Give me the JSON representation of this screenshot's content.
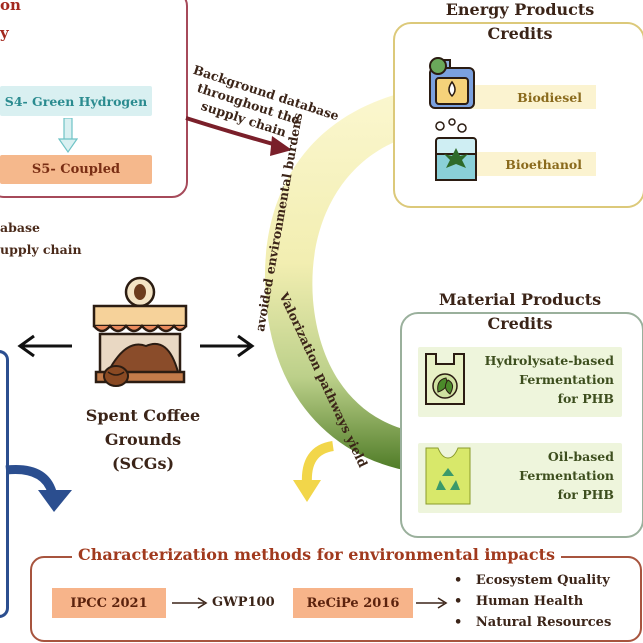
{
  "scenario_panel": {
    "title_line1": "on",
    "title_line2": "y",
    "s4_label": "S4- Green Hydrogen",
    "s5_label": "S5- Coupled",
    "side_line1": "abase",
    "side_line2": "upply chain"
  },
  "background_note": {
    "line1": "Background database",
    "line2": "throughout the",
    "line3": "supply chain"
  },
  "arc_labels": {
    "upper": "avoided environmental burdens",
    "lower": "Valorization pathways yield"
  },
  "scg": {
    "line1": "Spent Coffee",
    "line2": "Grounds (SCGs)"
  },
  "energy": {
    "title_line1": "Energy Products",
    "title_line2": "Credits",
    "items": [
      "Biodiesel",
      "Bioethanol"
    ]
  },
  "material": {
    "title_line1": "Material Products",
    "title_line2": "Credits",
    "item1": [
      "Hydrolysate-based",
      "Fermentation",
      "for PHB"
    ],
    "item2": [
      "Oil-based",
      "Fermentation",
      "for PHB"
    ]
  },
  "characterization": {
    "title": "Characterization methods for environmental impacts",
    "method1": "IPCC 2021",
    "result1": "GWP100",
    "method2": "ReCiPe 2016",
    "areas": [
      "Ecosystem Quality",
      "Human Health",
      "Natural Resources"
    ],
    "bullet": "•"
  },
  "colors": {
    "scenario_border": "#a64a5a",
    "energy_border": "#dcc97a",
    "material_border": "#9ab09c",
    "char_border": "#a7543e",
    "arc_dark": "#3f6b1e",
    "arc_light": "#f6f1b8"
  },
  "icons": [
    "biodiesel-jerrycan-icon",
    "bioethanol-beaker-icon",
    "coffee-shop-icon",
    "phb-bag-leaf-icon",
    "phb-bag-recycle-icon"
  ]
}
